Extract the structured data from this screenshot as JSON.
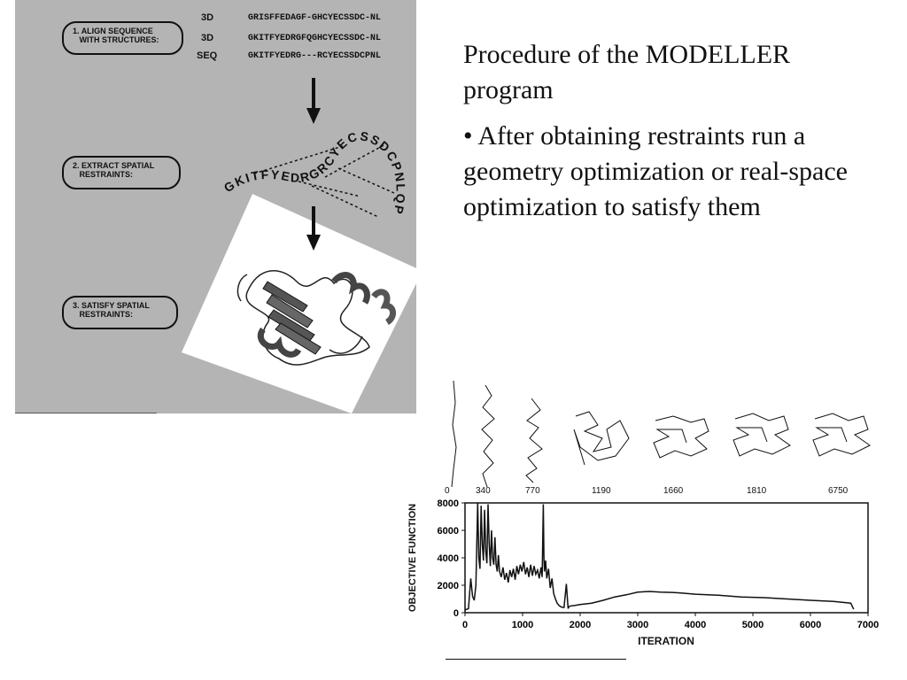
{
  "figure": {
    "steps": [
      {
        "number": "1.",
        "label_line1": "ALIGN SEQUENCE",
        "label_line2": "WITH STRUCTURES:"
      },
      {
        "number": "2.",
        "label_line1": "EXTRACT SPATIAL",
        "label_line2": "RESTRAINTS:"
      },
      {
        "number": "3.",
        "label_line1": "SATISFY SPATIAL",
        "label_line2": "RESTRAINTS:"
      }
    ],
    "alignment": [
      {
        "tag": "3D",
        "sequence": "GRISFFEDAGF-GHCYECSSDC-NL"
      },
      {
        "tag": "3D",
        "sequence": "GKITFYEDRGFQGHCYECSSDC-NL"
      },
      {
        "tag": "SEQ",
        "sequence": "GKITFYEDRG---RCYECSSDCPNL"
      }
    ],
    "curved_sequence": "GKITFYEDRGRCYECSSDCPNLQP"
  },
  "description": {
    "title": "Procedure of the MODELLER program",
    "bullet": "• After obtaining restraints run a geometry optimization or real-space optimization to satisfy them"
  },
  "snapshots": {
    "iterations": [
      "0",
      "340",
      "770",
      "1190",
      "1660",
      "1810",
      "6750"
    ]
  },
  "chart_data": {
    "type": "line",
    "title": "",
    "xlabel": "ITERATION",
    "ylabel": "OBJECTIVE FUNCTION",
    "xlim": [
      0,
      7000
    ],
    "ylim": [
      0,
      8000
    ],
    "xticks": [
      "0",
      "1000",
      "2000",
      "3000",
      "4000",
      "5000",
      "6000",
      "7000"
    ],
    "yticks": [
      "0",
      "2000",
      "4000",
      "6000",
      "8000"
    ],
    "series": [
      {
        "x": [
          0,
          60,
          100,
          130,
          160,
          190,
          220,
          240,
          260,
          280,
          300,
          320,
          340,
          360,
          380,
          400,
          420,
          440,
          460,
          480,
          500,
          520,
          540,
          560,
          580,
          600,
          630,
          660,
          690,
          720,
          750,
          780,
          810,
          840,
          870,
          900,
          930,
          960,
          990,
          1020,
          1050,
          1080,
          1110,
          1140,
          1170,
          1200,
          1230,
          1260,
          1290,
          1320,
          1340,
          1360,
          1370,
          1380,
          1400,
          1420,
          1450,
          1480,
          1510,
          1540,
          1570,
          1600,
          1640,
          1680,
          1720,
          1760,
          1790,
          1800,
          1810,
          1840,
          1900,
          2000,
          2200,
          2400,
          2600,
          2800,
          3000,
          3200,
          3400,
          3600,
          3800,
          4000,
          4400,
          4800,
          5200,
          5600,
          6000,
          6400,
          6700,
          6750
        ],
        "y": [
          200,
          300,
          2500,
          1200,
          900,
          2000,
          8000,
          4000,
          3200,
          7800,
          5000,
          3800,
          7500,
          4500,
          3600,
          7900,
          5000,
          3400,
          6000,
          4000,
          3500,
          5500,
          3500,
          3000,
          4200,
          3000,
          2600,
          3300,
          2400,
          2900,
          2200,
          3100,
          2600,
          3200,
          2400,
          3400,
          2800,
          3500,
          3000,
          3700,
          2800,
          3300,
          2600,
          3500,
          2700,
          3400,
          2800,
          3100,
          2500,
          3300,
          2600,
          7900,
          4000,
          3000,
          3800,
          2500,
          3200,
          1800,
          2500,
          1400,
          1000,
          700,
          500,
          400,
          380,
          2100,
          300,
          400,
          450,
          500,
          520,
          600,
          700,
          900,
          1150,
          1300,
          1500,
          1550,
          1500,
          1480,
          1420,
          1350,
          1280,
          1150,
          1100,
          1000,
          900,
          820,
          700,
          250
        ]
      }
    ]
  }
}
